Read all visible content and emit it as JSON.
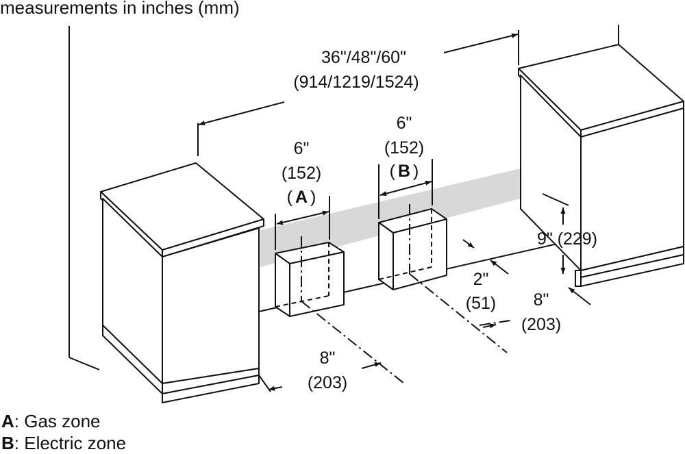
{
  "title": "measurements in inches (mm)",
  "dimensions": {
    "overall_width_in": "36\"/48\"/60\"",
    "overall_width_mm": "(914/1219/1524)",
    "zone_a_width_in": "6\"",
    "zone_a_width_mm": "(152)",
    "zone_a_letter": "A",
    "zone_b_width_in": "6\"",
    "zone_b_width_mm": "(152)",
    "zone_b_letter": "B",
    "height_label": "9\" (229)",
    "gap_in": "2\"",
    "gap_mm": "(51)",
    "depth_right_in": "8\"",
    "depth_right_mm": "(203)",
    "depth_left_in": "8\"",
    "depth_left_mm": "(203)"
  },
  "legend": [
    {
      "key": "A",
      "text": ": Gas zone"
    },
    {
      "key": "B",
      "text": ": Electric zone"
    }
  ],
  "colors": {
    "line": "#111111",
    "zone_band": "#d8d8d8"
  }
}
